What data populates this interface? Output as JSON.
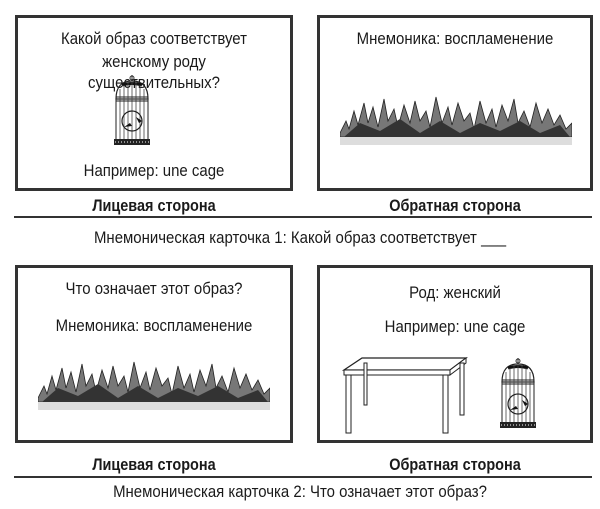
{
  "card1": {
    "front": {
      "question": [
        "Какой образ соответствует",
        "женскому роду существительных?"
      ],
      "example": "Например: une cage",
      "image": "birdcage-icon"
    },
    "back": {
      "mnemonic": "Мнемоника: воспламенение",
      "image": "flames-icon"
    },
    "front_label": "Лицевая сторона",
    "back_label": "Обратная сторона",
    "caption": "Мнемоническая карточка 1: Какой образ соответствует ___"
  },
  "card2": {
    "front": {
      "question": "Что означает этот образ?",
      "mnemonic": "Мнемоника: воспламенение",
      "image": "flames-icon"
    },
    "back": {
      "gender": "Род: женский",
      "example": "Например: une cage",
      "images": [
        "table-icon",
        "birdcage-icon"
      ]
    },
    "front_label": "Лицевая сторона",
    "back_label": "Обратная сторона",
    "caption": "Мнемоническая карточка 2: Что означает этот образ?"
  }
}
